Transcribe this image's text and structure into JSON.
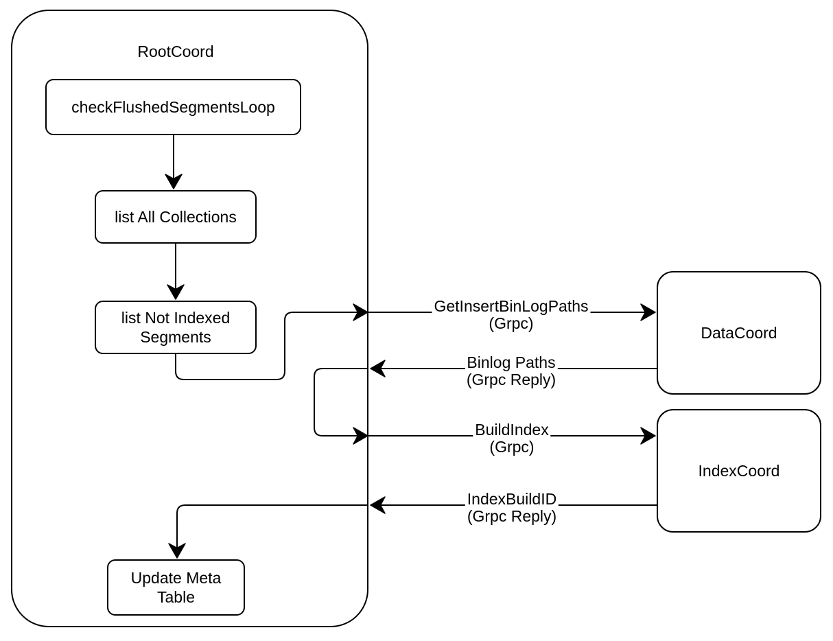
{
  "container": {
    "label": "RootCoord"
  },
  "nodes": {
    "check_flushed": {
      "label": "checkFlushedSegmentsLoop"
    },
    "list_all": {
      "label": "list All Collections"
    },
    "list_not_indexed": {
      "label": "list Not Indexed\nSegments"
    },
    "update_meta": {
      "label": "Update Meta\nTable"
    },
    "data_coord": {
      "label": "DataCoord"
    },
    "index_coord": {
      "label": "IndexCoord"
    }
  },
  "edges": {
    "get_insert_binlog_paths": {
      "label": "GetInsertBinLogPaths",
      "sublabel": "(Grpc)"
    },
    "binlog_paths": {
      "label": "Binlog Paths",
      "sublabel": "(Grpc Reply)"
    },
    "build_index": {
      "label": "BuildIndex",
      "sublabel": "(Grpc)"
    },
    "index_build_id": {
      "label": "IndexBuildID",
      "sublabel": "(Grpc Reply)"
    }
  },
  "colors": {
    "stroke": "#000000",
    "background": "#ffffff"
  }
}
